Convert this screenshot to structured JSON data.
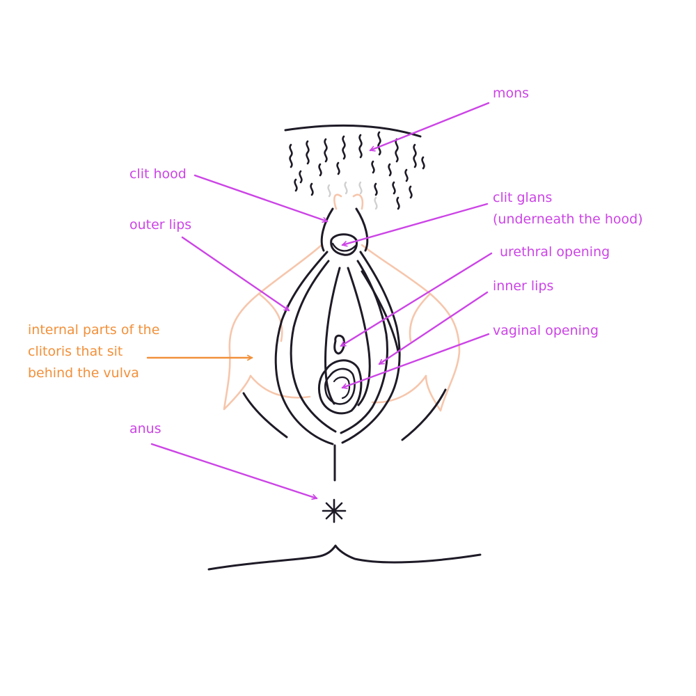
{
  "labels": {
    "mons": "mons",
    "clit_hood": "clit hood",
    "clit_glans": "clit glans\n(underneath the hood)",
    "outer_lips": "outer lips",
    "urethral_opening": "urethral opening",
    "inner_lips": "inner lips",
    "vaginal_opening": "vaginal opening",
    "internal_clitoris": "internal parts of the\nclitoris that sit\nbehind the vulva",
    "anus": "anus"
  },
  "colors": {
    "label_main": "#cc44e6",
    "label_internal": "#f2903a",
    "ink": "#1e1a26",
    "internal_outline": "#f6c6ac",
    "hair_light": "#d0d0d0"
  }
}
